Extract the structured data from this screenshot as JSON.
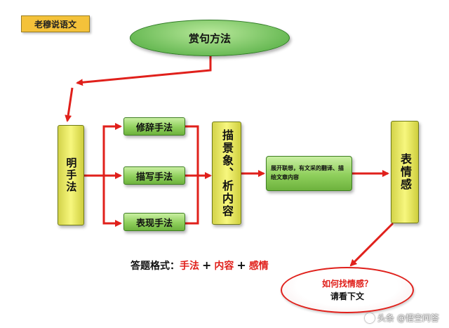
{
  "title_label": "老穆说语文",
  "top_node": "赏句方法",
  "left_node": "明手法",
  "techniques": [
    "修辞手法",
    "描写手法",
    "表现手法"
  ],
  "middle_node": "描景象、析内容",
  "association_node": "展开联想，有文采的翻译、描绘文章内容",
  "right_node": "表情感",
  "answer_format": {
    "prefix": "答题格式：",
    "part1": "手法",
    "plus": "+",
    "part2": "内容",
    "part3": "感情"
  },
  "bottom_node": {
    "line1": "如何找情感？",
    "line2": "请看下文"
  },
  "watermark": "头条 @悟空问答",
  "colors": {
    "arrow": "#e0201b",
    "accent_red": "#e0201b"
  }
}
